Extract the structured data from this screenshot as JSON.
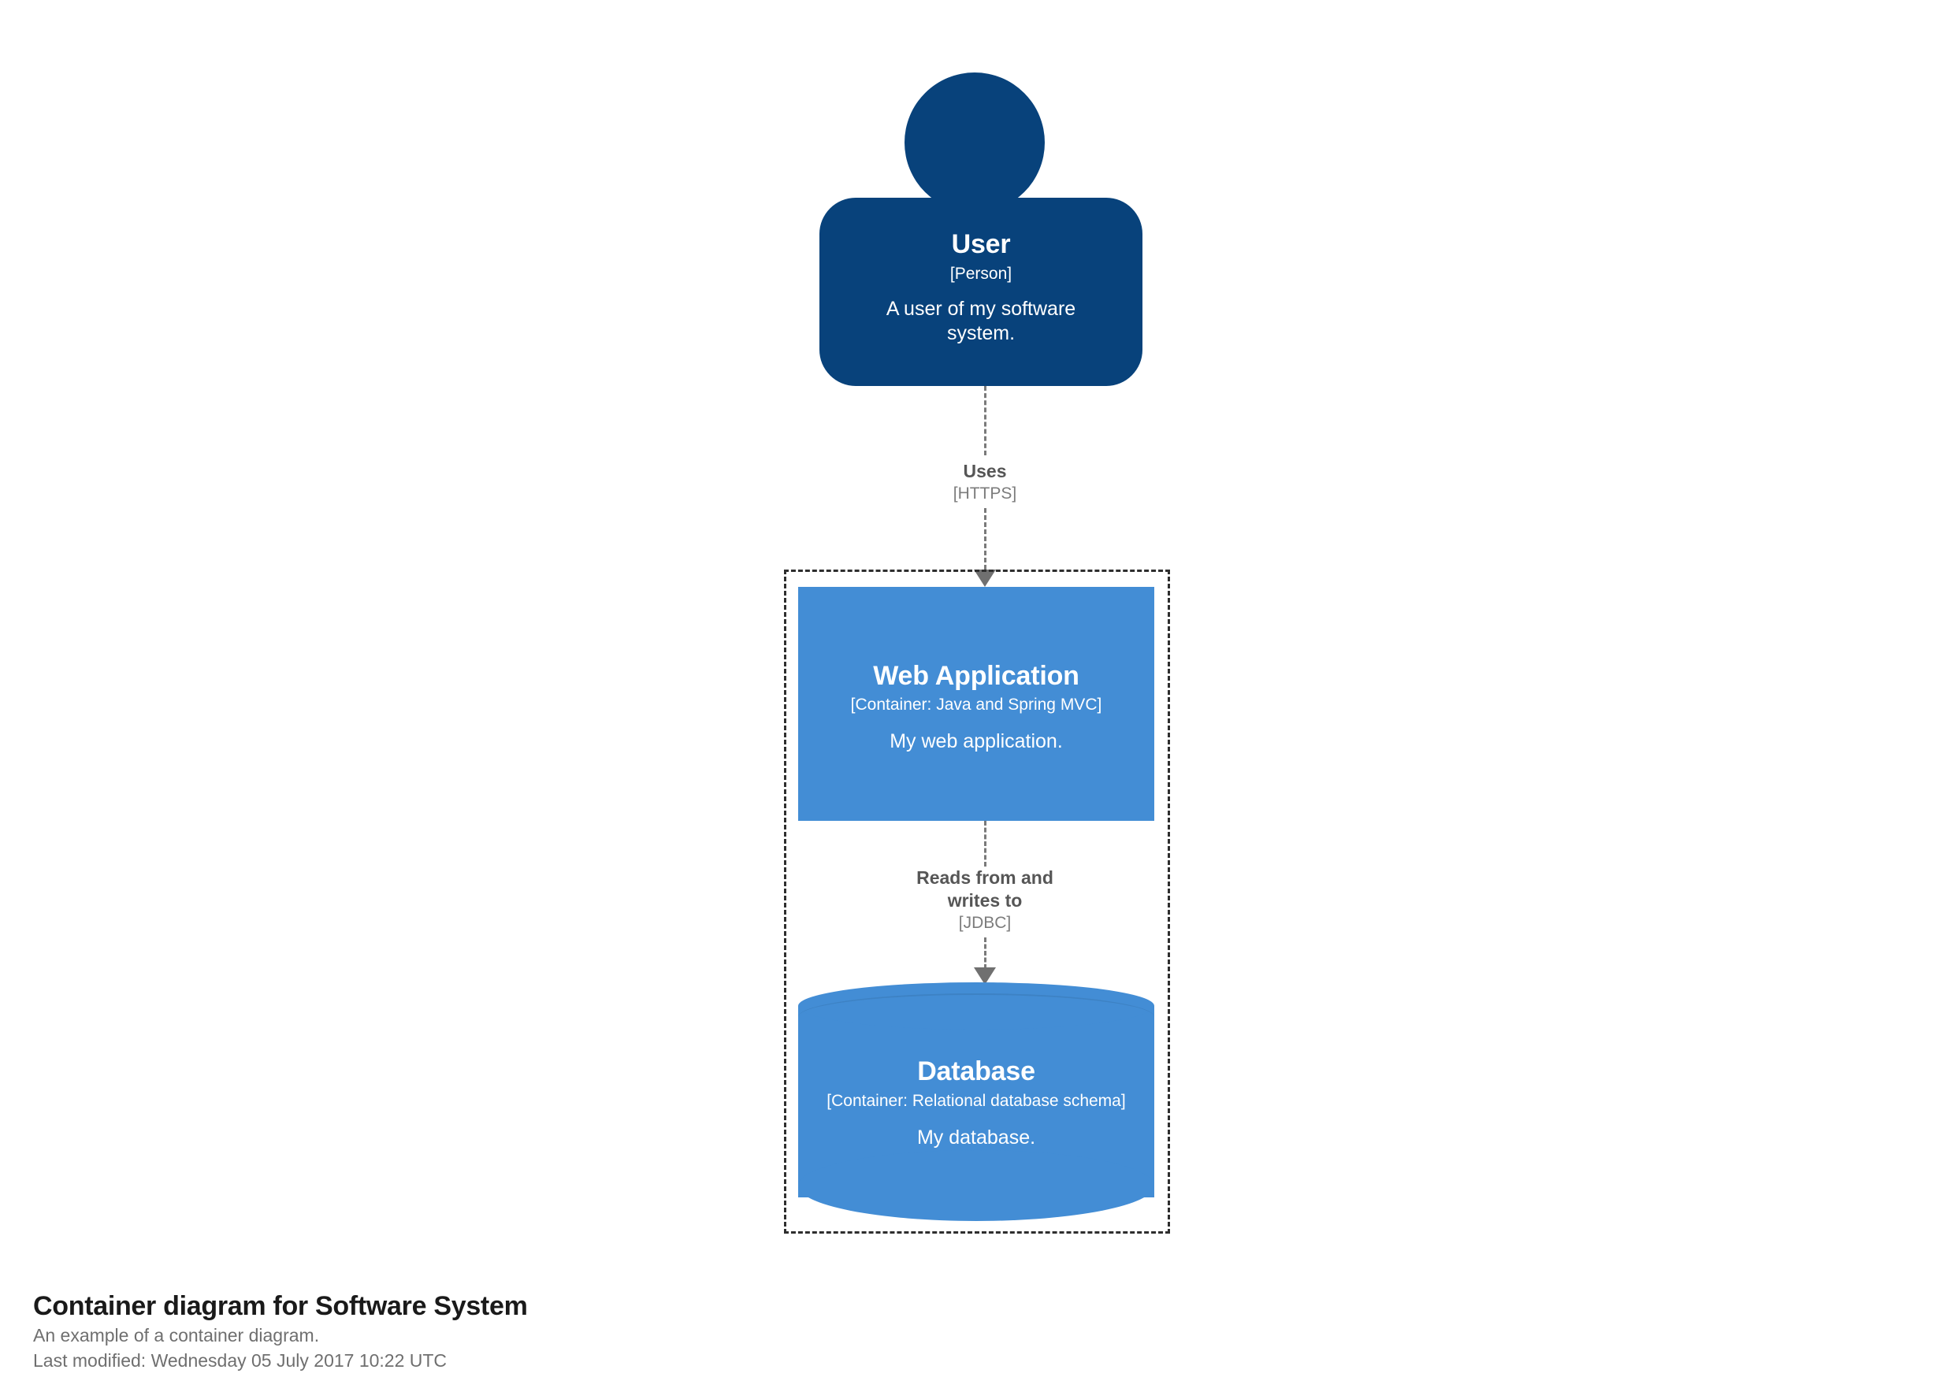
{
  "diagram": {
    "type": "C4 container diagram",
    "person": {
      "name": "User",
      "technology": "[Person]",
      "description": "A user of my software system.",
      "color": "#08427b",
      "text_color": "#ffffff",
      "shape": "person"
    },
    "boundary": {
      "label": "",
      "style": "dashed",
      "color": "#2e2e2e"
    },
    "containers": [
      {
        "id": "web-application",
        "name": "Web Application",
        "technology": "[Container: Java and Spring MVC]",
        "description": "My web application.",
        "color": "#438dd5",
        "text_color": "#ffffff",
        "shape": "box"
      },
      {
        "id": "database",
        "name": "Database",
        "technology": "[Container: Relational database schema]",
        "description": "My database.",
        "color": "#438dd5",
        "text_color": "#ffffff",
        "shape": "cylinder"
      }
    ],
    "relationships": [
      {
        "id": "user-uses-webapp",
        "source": "User",
        "destination": "Web Application",
        "description": "Uses",
        "technology": "[HTTPS]",
        "style": "dashed",
        "color": "#707070"
      },
      {
        "id": "webapp-reads-writes-database",
        "source": "Web Application",
        "destination": "Database",
        "description_line1": "Reads from and",
        "description_line2": "writes to",
        "technology": "[JDBC]",
        "style": "dashed",
        "color": "#707070"
      }
    ]
  },
  "caption": {
    "title": "Container diagram for Software System",
    "subtitle": "An example of a container diagram.",
    "last_modified": "Last modified: Wednesday 05 July 2017 10:22 UTC"
  }
}
